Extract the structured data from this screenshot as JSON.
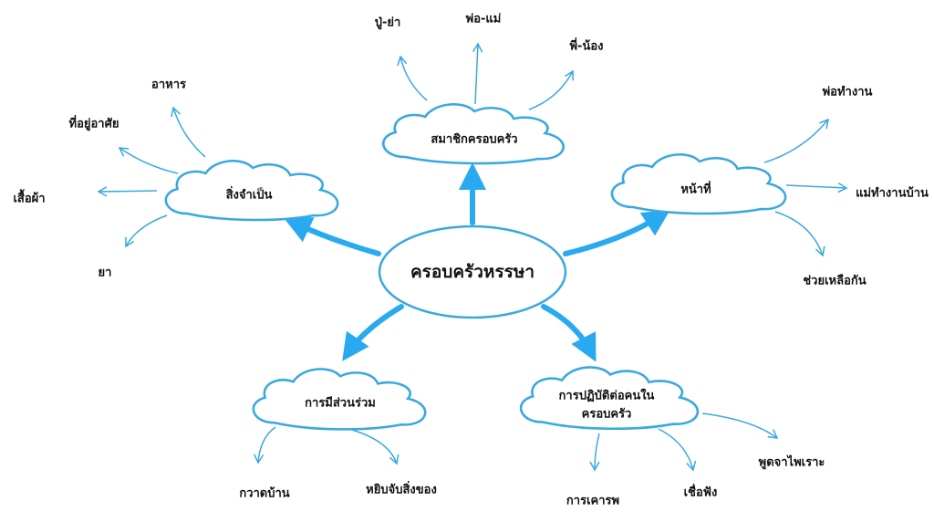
{
  "colors": {
    "line": "#3aa8e0",
    "thick_arrow": "#29aaf0",
    "text": "#111111"
  },
  "center": {
    "label": "ครอบครัวหรรษา"
  },
  "branches": {
    "members": {
      "label": "สมาชิกครอบครัว",
      "leaves": [
        "ปู่-ย่า",
        "พ่อ-แม่",
        "พี่-น้อง"
      ]
    },
    "necessities": {
      "label": "สิ่งจำเป็น",
      "leaves": [
        "อาหาร",
        "ที่อยู่อาศัย",
        "เสื้อผ้า",
        "ยา"
      ]
    },
    "duties": {
      "label": "หน้าที่",
      "leaves": [
        "พ่อทำงาน",
        "แม่ทำงานบ้าน",
        "ช่วยเหลือกัน"
      ]
    },
    "participation": {
      "label": "การมีส่วนร่วม",
      "leaves": [
        "กวาดบ้าน",
        "หยิบจับสิ่งของ"
      ]
    },
    "conduct": {
      "label_line1": "การปฏิบัติต่อคนใน",
      "label_line2": "ครอบครัว",
      "leaves": [
        "การเคารพ",
        "เชื่อฟัง",
        "พูดจาไพเราะ"
      ]
    }
  }
}
